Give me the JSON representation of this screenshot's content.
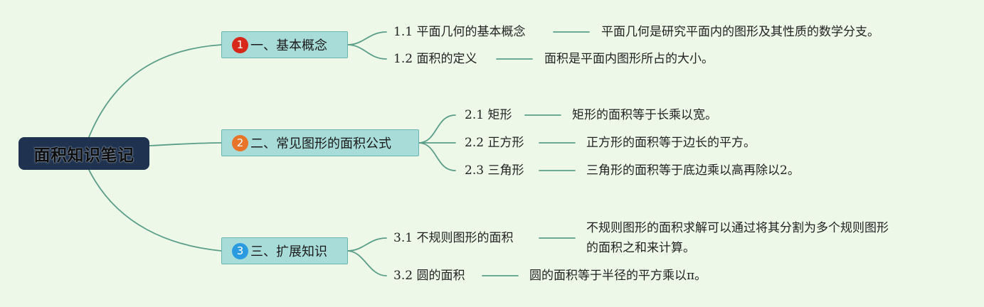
{
  "root": {
    "title": "面积知识笔记"
  },
  "colors": {
    "background": "#eef8e8",
    "root_fill": "#1f3350",
    "branch_fill": "#a8dcd9",
    "connector": "#5a9e8a",
    "badge_1": "#d8281b",
    "badge_2": "#e8742a",
    "badge_3": "#2a9be0"
  },
  "branches": [
    {
      "badge": "1",
      "label": "一、基本概念",
      "topics": [
        {
          "label": "1.1 平面几何的基本概念",
          "note": "平面几何是研究平面内的图形及其性质的数学分支。"
        },
        {
          "label": "1.2 面积的定义",
          "note": "面积是平面内图形所占的大小。"
        }
      ]
    },
    {
      "badge": "2",
      "label": "二、常见图形的面积公式",
      "topics": [
        {
          "label": "2.1 矩形",
          "note": "矩形的面积等于长乘以宽。"
        },
        {
          "label": "2.2 正方形",
          "note": "正方形的面积等于边长的平方。"
        },
        {
          "label": "2.3 三角形",
          "note": "三角形的面积等于底边乘以高再除以2。"
        }
      ]
    },
    {
      "badge": "3",
      "label": "三、扩展知识",
      "topics": [
        {
          "label": "3.1 不规则图形的面积",
          "note_lines": [
            "不规则图形的面积求解可以通过将其分割为多个规则图形",
            "的面积之和来计算。"
          ]
        },
        {
          "label": "3.2 圆的面积",
          "note": "圆的面积等于半径的平方乘以π。"
        }
      ]
    }
  ]
}
